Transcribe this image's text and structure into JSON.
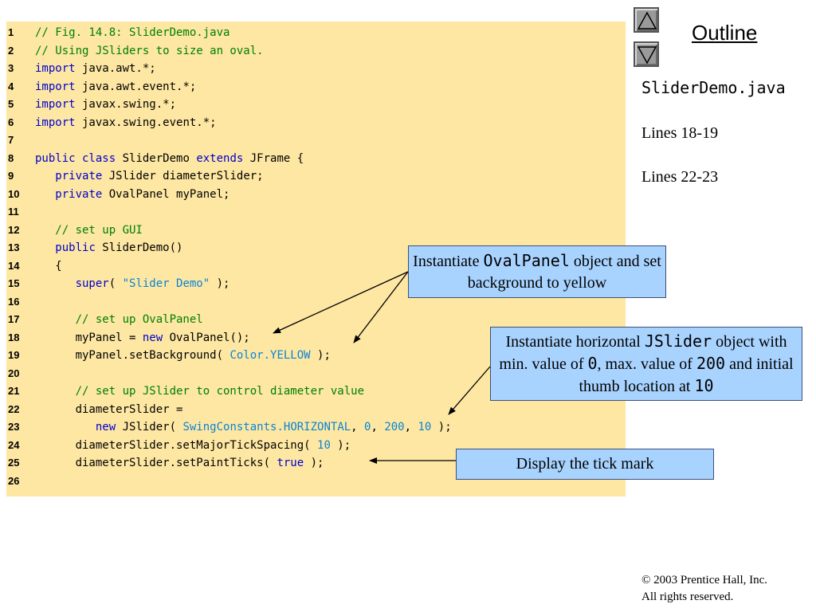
{
  "code": [
    {
      "n": "1",
      "tokens": [
        {
          "t": "// Fig. 14.8: SliderDemo.java",
          "k": "comment"
        }
      ]
    },
    {
      "n": "2",
      "tokens": [
        {
          "t": "// Using JSliders to size an oval.",
          "k": "comment"
        }
      ]
    },
    {
      "n": "3",
      "tokens": [
        {
          "t": "import",
          "k": "keyword"
        },
        {
          "t": " java.awt.*;",
          "k": "plain"
        }
      ]
    },
    {
      "n": "4",
      "tokens": [
        {
          "t": "import",
          "k": "keyword"
        },
        {
          "t": " java.awt.event.*;",
          "k": "plain"
        }
      ]
    },
    {
      "n": "5",
      "tokens": [
        {
          "t": "import",
          "k": "keyword"
        },
        {
          "t": " javax.swing.*;",
          "k": "plain"
        }
      ]
    },
    {
      "n": "6",
      "tokens": [
        {
          "t": "import",
          "k": "keyword"
        },
        {
          "t": " javax.swing.event.*;",
          "k": "plain"
        }
      ]
    },
    {
      "n": "7",
      "tokens": []
    },
    {
      "n": "8",
      "tokens": [
        {
          "t": "public class",
          "k": "keyword"
        },
        {
          "t": " SliderDemo ",
          "k": "plain"
        },
        {
          "t": "extends",
          "k": "keyword"
        },
        {
          "t": " JFrame {",
          "k": "plain"
        }
      ]
    },
    {
      "n": "9",
      "tokens": [
        {
          "t": "   ",
          "k": "plain"
        },
        {
          "t": "private",
          "k": "keyword"
        },
        {
          "t": " JSlider diameterSlider;",
          "k": "plain"
        }
      ]
    },
    {
      "n": "10",
      "tokens": [
        {
          "t": "   ",
          "k": "plain"
        },
        {
          "t": "private",
          "k": "keyword"
        },
        {
          "t": " OvalPanel myPanel;",
          "k": "plain"
        }
      ]
    },
    {
      "n": "11",
      "tokens": []
    },
    {
      "n": "12",
      "tokens": [
        {
          "t": "   // set up GUI",
          "k": "comment"
        }
      ]
    },
    {
      "n": "13",
      "tokens": [
        {
          "t": "   ",
          "k": "plain"
        },
        {
          "t": "public",
          "k": "keyword"
        },
        {
          "t": " SliderDemo()",
          "k": "plain"
        }
      ]
    },
    {
      "n": "14",
      "tokens": [
        {
          "t": "   {",
          "k": "plain"
        }
      ]
    },
    {
      "n": "15",
      "tokens": [
        {
          "t": "      ",
          "k": "plain"
        },
        {
          "t": "super",
          "k": "keyword"
        },
        {
          "t": "( ",
          "k": "plain"
        },
        {
          "t": "\"Slider Demo\"",
          "k": "literal"
        },
        {
          "t": " );",
          "k": "plain"
        }
      ]
    },
    {
      "n": "16",
      "tokens": []
    },
    {
      "n": "17",
      "tokens": [
        {
          "t": "      // set up OvalPanel",
          "k": "comment"
        }
      ]
    },
    {
      "n": "18",
      "tokens": [
        {
          "t": "      myPanel = ",
          "k": "plain"
        },
        {
          "t": "new",
          "k": "keyword"
        },
        {
          "t": " OvalPanel();",
          "k": "plain"
        }
      ]
    },
    {
      "n": "19",
      "tokens": [
        {
          "t": "      myPanel.setBackground( ",
          "k": "plain"
        },
        {
          "t": "Color.YELLOW",
          "k": "literal"
        },
        {
          "t": " );",
          "k": "plain"
        }
      ]
    },
    {
      "n": "20",
      "tokens": []
    },
    {
      "n": "21",
      "tokens": [
        {
          "t": "      // set up JSlider to control diameter value",
          "k": "comment"
        }
      ]
    },
    {
      "n": "22",
      "tokens": [
        {
          "t": "      diameterSlider =",
          "k": "plain"
        }
      ]
    },
    {
      "n": "23",
      "tokens": [
        {
          "t": "         ",
          "k": "plain"
        },
        {
          "t": "new",
          "k": "keyword"
        },
        {
          "t": " JSlider( ",
          "k": "plain"
        },
        {
          "t": "SwingConstants.HORIZONTAL",
          "k": "literal"
        },
        {
          "t": ", ",
          "k": "plain"
        },
        {
          "t": "0",
          "k": "literal"
        },
        {
          "t": ", ",
          "k": "plain"
        },
        {
          "t": "200",
          "k": "literal"
        },
        {
          "t": ", ",
          "k": "plain"
        },
        {
          "t": "10",
          "k": "literal"
        },
        {
          "t": " );",
          "k": "plain"
        }
      ]
    },
    {
      "n": "24",
      "tokens": [
        {
          "t": "      diameterSlider.setMajorTickSpacing( ",
          "k": "plain"
        },
        {
          "t": "10",
          "k": "literal"
        },
        {
          "t": " );",
          "k": "plain"
        }
      ]
    },
    {
      "n": "25",
      "tokens": [
        {
          "t": "      diameterSlider.setPaintTicks( ",
          "k": "plain"
        },
        {
          "t": "true",
          "k": "keyword"
        },
        {
          "t": " );",
          "k": "plain"
        }
      ]
    },
    {
      "n": "26",
      "tokens": []
    }
  ],
  "nav": {
    "up_icon": "triangle-up-icon",
    "down_icon": "triangle-down-icon"
  },
  "outline_label": "Outline",
  "sidebar": {
    "filename": "SliderDemo.java",
    "notes": [
      "Lines 18-19",
      "Lines 22-23"
    ]
  },
  "callouts": {
    "ovalpanel": {
      "pre": "Instantiate ",
      "code": "OvalPanel",
      "post": " object and set background to yellow"
    },
    "jslider": {
      "pre": "Instantiate horizontal ",
      "code1": "JSlider",
      "mid1": " object with min. value of ",
      "code2": "0",
      "mid2": ", max. value of ",
      "code3": "200",
      "mid3": " and initial thumb location at ",
      "code4": "10"
    },
    "ticks": {
      "text": "Display the tick mark"
    }
  },
  "copyright": {
    "line1": "© 2003 Prentice Hall, Inc.",
    "line2": "All rights reserved."
  },
  "colors": {
    "code_bg": "#fde7a3",
    "comment": "#008000",
    "keyword": "#0000cc",
    "literal": "#0a84d4",
    "callout_bg": "#a9d3ff"
  }
}
